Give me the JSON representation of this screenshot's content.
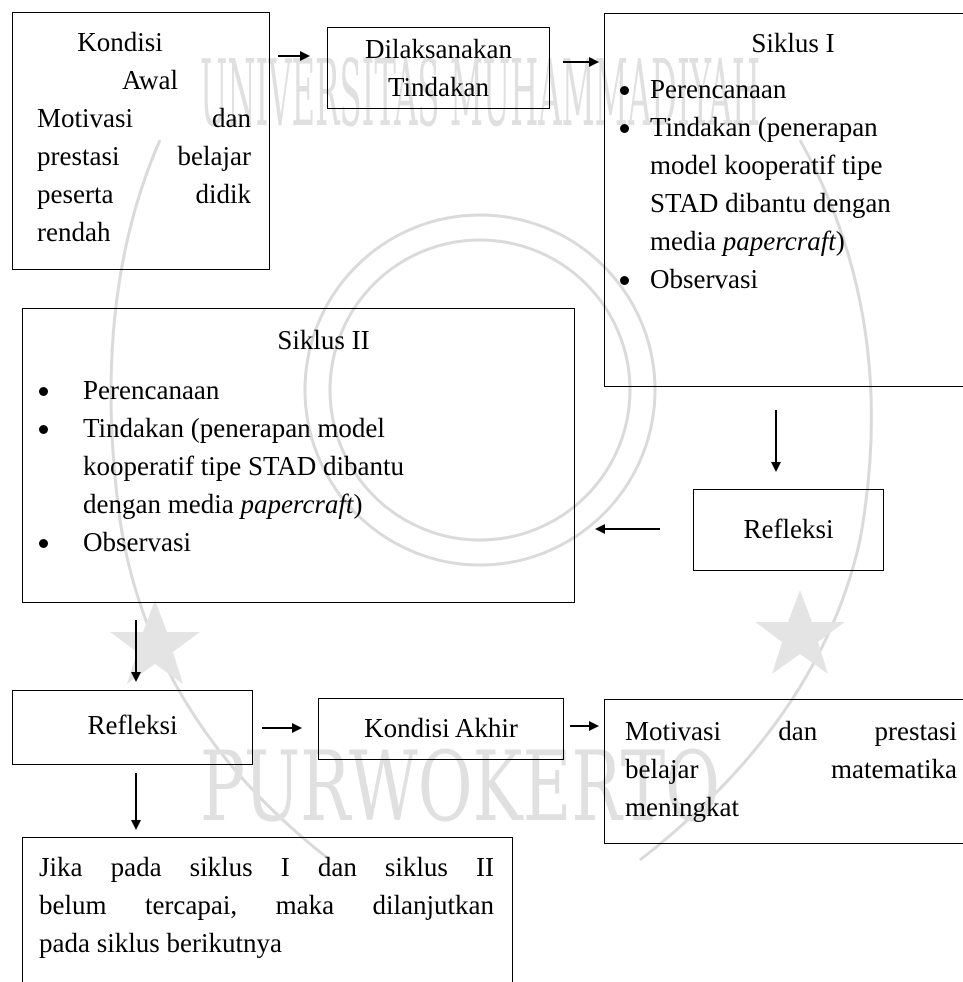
{
  "boxes": {
    "kondisi_awal": {
      "title_1": "Kondisi",
      "title_2": "Awal",
      "body_lines": [
        "Motivasi dan",
        "prestasi belajar",
        "peserta didik",
        "rendah"
      ]
    },
    "dilaksanakan": {
      "line_1": "Dilaksanakan",
      "line_2": "Tindakan"
    },
    "siklus_1": {
      "title": "Siklus I",
      "item_1": "Perencanaan",
      "item_2_lines": [
        "Tindakan (penerapan",
        "model kooperatif tipe",
        "STAD dibantu dengan"
      ],
      "item_2_last_prefix": "media ",
      "item_2_last_italic": "papercraft",
      "item_2_last_suffix": ")",
      "item_3": "Observasi"
    },
    "siklus_2": {
      "title": "Siklus II",
      "item_1": "Perencanaan",
      "item_2_lines": [
        "Tindakan (penerapan model",
        "kooperatif tipe STAD dibantu"
      ],
      "item_2_last_prefix": "dengan media ",
      "item_2_last_italic": "papercraft",
      "item_2_last_suffix": ")",
      "item_3": "Observasi"
    },
    "refleksi_1": {
      "label": "Refleksi"
    },
    "refleksi_2": {
      "label": "Refleksi"
    },
    "kondisi_akhir": {
      "label": "Kondisi Akhir"
    },
    "hasil": {
      "lines": [
        "Motivasi dan prestasi",
        "belajar matematika",
        "meningkat"
      ]
    },
    "lanjut": {
      "lines": [
        "Jika pada siklus I dan siklus II",
        "belum tercapai, maka dilanjutkan",
        "pada siklus berikutnya"
      ]
    }
  },
  "watermark": {
    "top_text": "UNIVERSITAS MUHAMMADIYAH",
    "bottom_text": "PURWOKERTO",
    "color": "#d4d4d4"
  }
}
